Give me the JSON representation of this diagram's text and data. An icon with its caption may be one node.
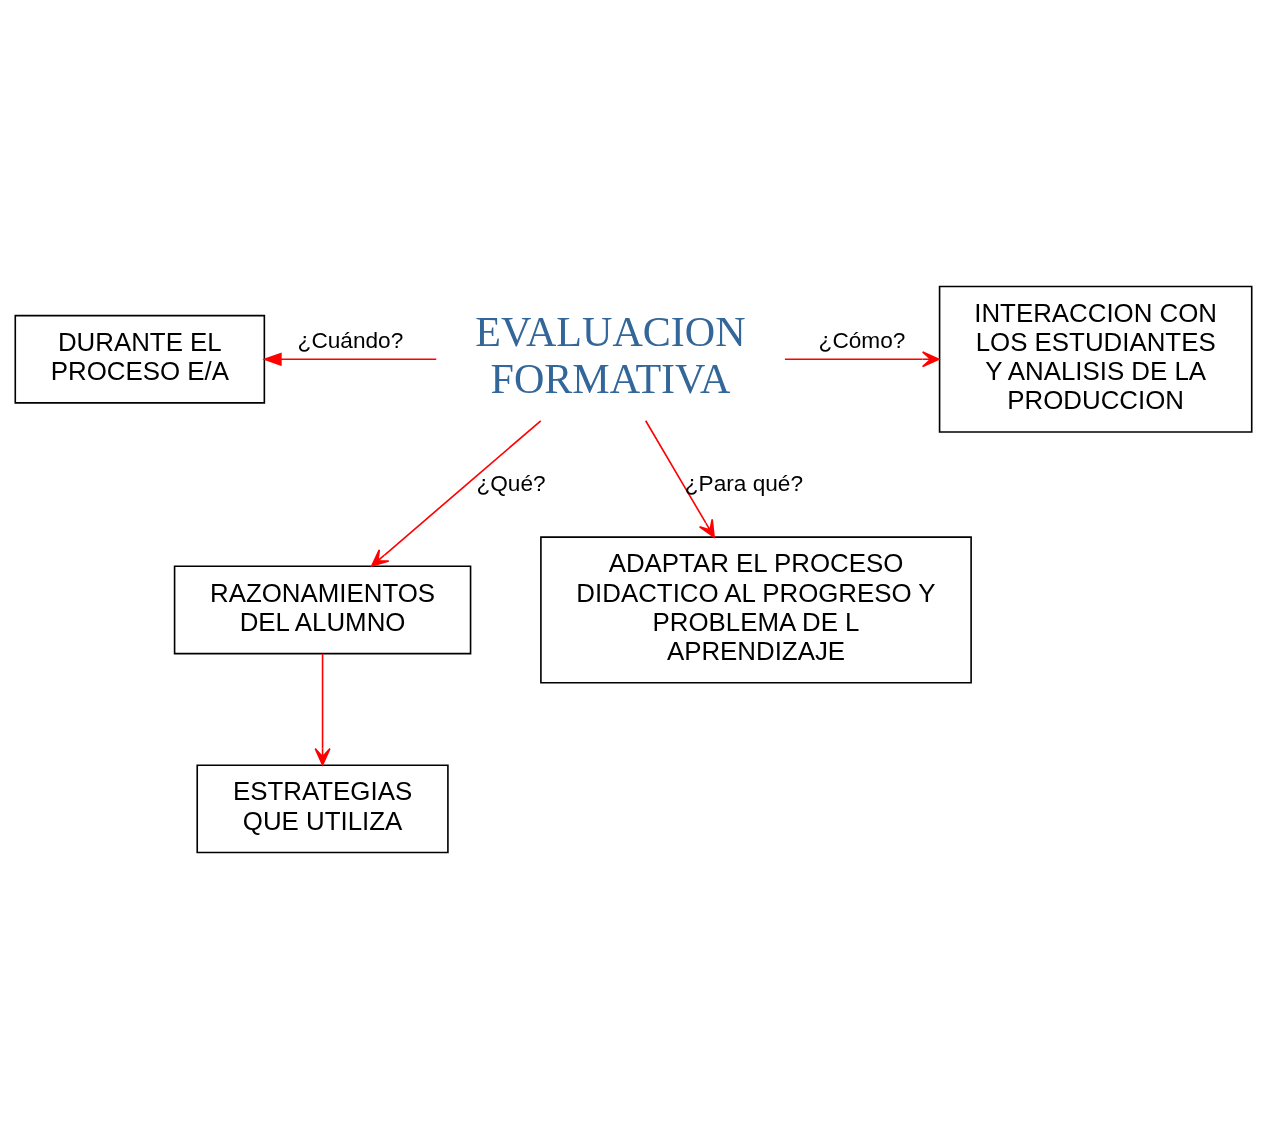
{
  "diagram": {
    "nodes": [
      {
        "text": [
          "ESTRATEGIAS QUE UTILIZA"
        ]
      },
      {
        "text": [
          "RAZONAMIENTOS DEL ALUMNO"
        ]
      },
      {
        "text": [
          "DURANTE EL PROCESO E/A"
        ]
      },
      {
        "text": [
          "EVALUACION FORMATIVA"
        ]
      },
      {
        "text": [
          "INTERACCION CON LOS ESTUDIANTES Y ANALISIS DE LA PRODUCCION"
        ]
      },
      {
        "text": [
          "ADAPTAR EL PROCESO DIDACTICO AL PROGRESO Y PROBLEMA DE L APRENDIZAJE"
        ]
      }
    ],
    "edges": [
      {
        "from": 1,
        "to": 0,
        "arrow": "to"
      },
      {
        "from": 3,
        "to": 1,
        "arrow": "to",
        "label": "¿Qué?"
      },
      {
        "from": 3,
        "to": 2,
        "arrow": "to",
        "label": "¿Cuándo?"
      },
      {
        "from": 3,
        "to": 4,
        "arrow": "to",
        "label": "¿Cómo?"
      },
      {
        "from": 3,
        "to": 5,
        "arrow": "to",
        "label": "¿Para qué?"
      }
    ]
  }
}
